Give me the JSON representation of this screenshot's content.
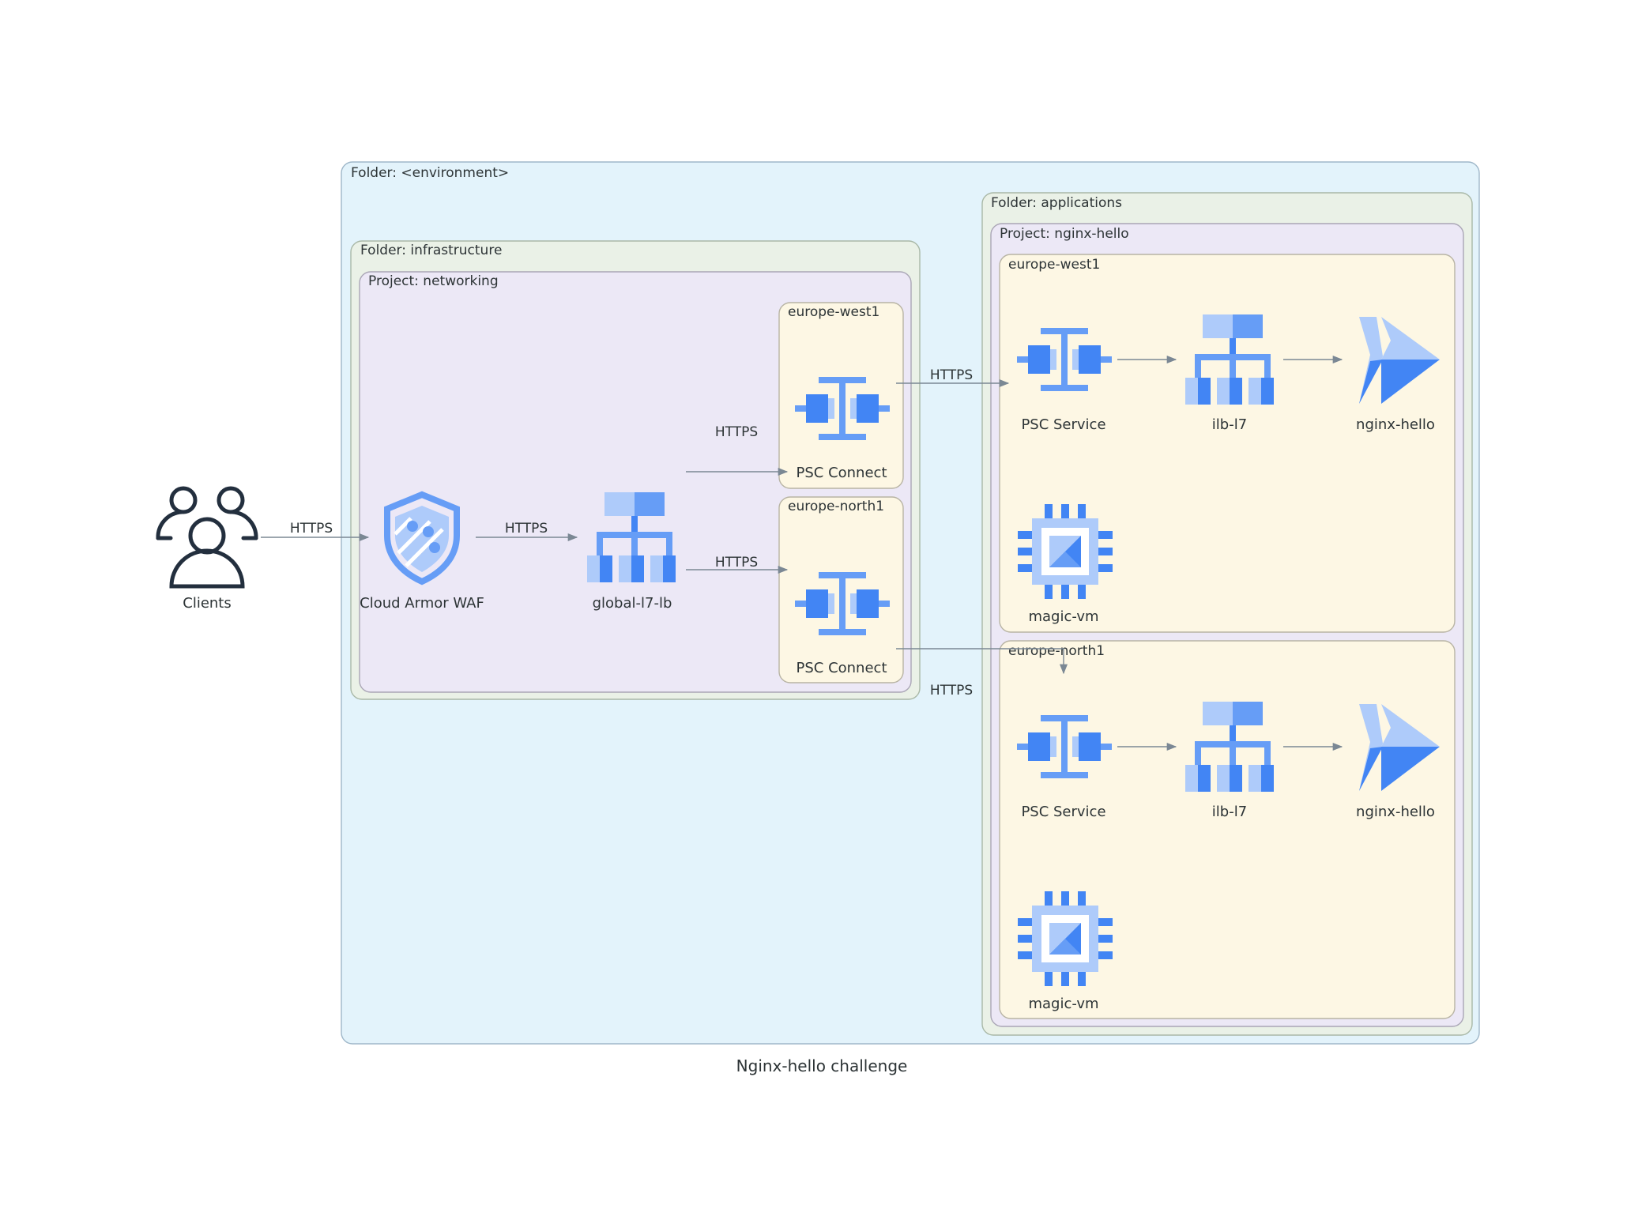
{
  "title": "Nginx-hello challenge",
  "colors": {
    "environment_bg": "#e3f3fb",
    "folder_bg": "#eaf1e7",
    "project_bg": "#ece8f6",
    "region_bg": "#fdf7e4",
    "icon_dark": "#4285f4",
    "icon_mid": "#669df6",
    "icon_light": "#aecbfa",
    "client_icon": "#232f3e",
    "edge": "#7b8894"
  },
  "clusters": {
    "environment": "Folder: <environment>",
    "infrastructure": "Folder: infrastructure",
    "networking": "Project: networking",
    "net_west": "europe-west1",
    "net_north": "europe-north1",
    "applications": "Folder: applications",
    "nginx_project": "Project: nginx-hello",
    "app_west": "europe-west1",
    "app_north": "europe-north1"
  },
  "nodes": {
    "clients": {
      "label": "Clients",
      "icon": "users-icon"
    },
    "waf": {
      "label": "Cloud Armor WAF",
      "icon": "cloud-armor-icon"
    },
    "glb": {
      "label": "global-l7-lb",
      "icon": "load-balancer-icon"
    },
    "psc_connect_west": {
      "label": "PSC Connect",
      "icon": "private-service-connect-icon"
    },
    "psc_connect_north": {
      "label": "PSC Connect",
      "icon": "private-service-connect-icon"
    },
    "psc_service_west": {
      "label": "PSC Service",
      "icon": "private-service-connect-icon"
    },
    "ilb_west": {
      "label": "ilb-l7",
      "icon": "load-balancer-icon"
    },
    "run_west": {
      "label": "nginx-hello",
      "icon": "cloud-run-icon"
    },
    "vm_west": {
      "label": "magic-vm",
      "icon": "compute-engine-icon"
    },
    "psc_service_north": {
      "label": "PSC Service",
      "icon": "private-service-connect-icon"
    },
    "ilb_north": {
      "label": "ilb-l7",
      "icon": "load-balancer-icon"
    },
    "run_north": {
      "label": "nginx-hello",
      "icon": "cloud-run-icon"
    },
    "vm_north": {
      "label": "magic-vm",
      "icon": "compute-engine-icon"
    }
  },
  "edges": {
    "clients_waf": "HTTPS",
    "waf_glb": "HTTPS",
    "glb_psc_west": "HTTPS",
    "glb_psc_north": "HTTPS",
    "psc_west_service": "HTTPS",
    "psc_north_service": "HTTPS"
  }
}
